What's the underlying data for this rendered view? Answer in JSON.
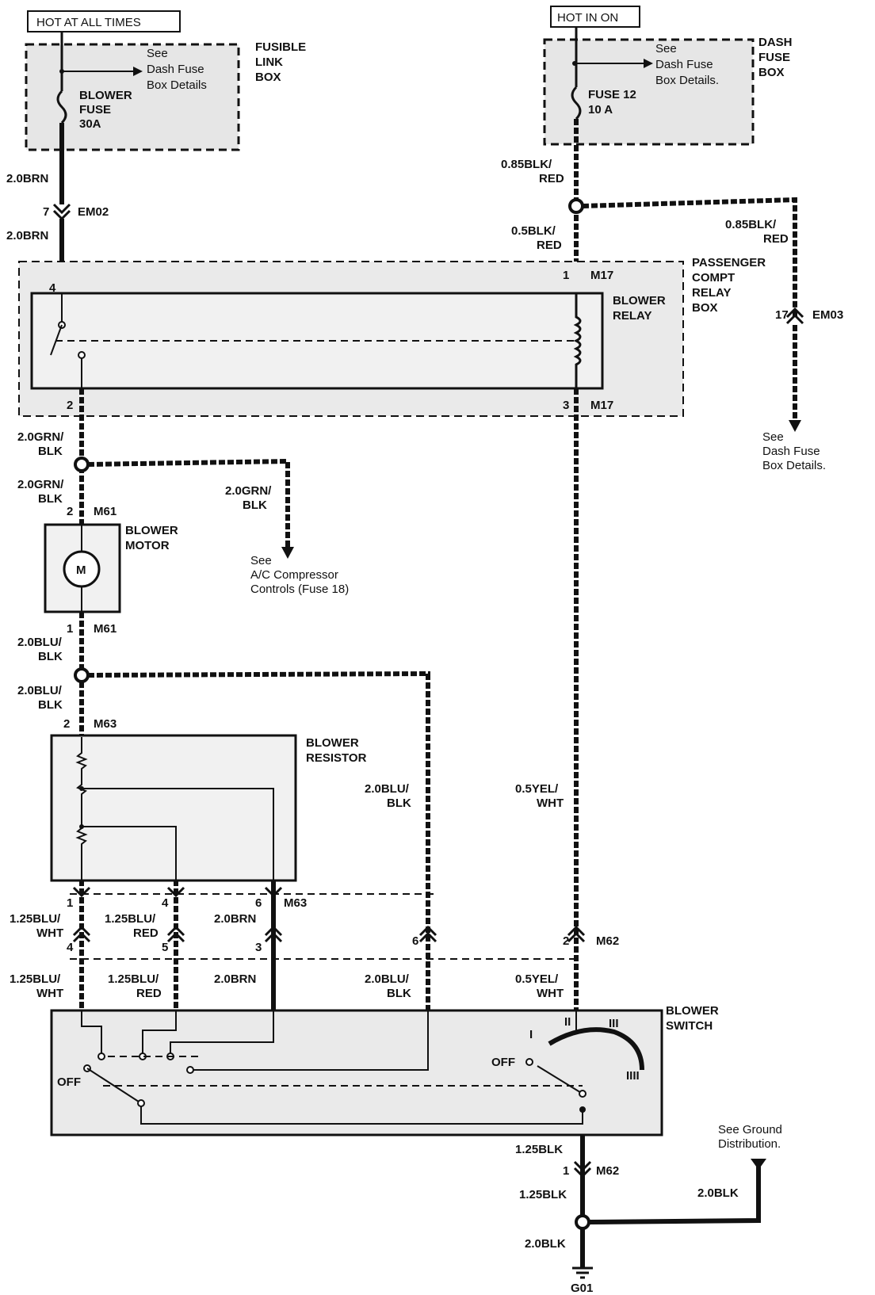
{
  "headers": {
    "hot_at_all_times": "HOT AT ALL TIMES",
    "hot_in_on": "HOT IN ON"
  },
  "fusible_link_box": {
    "title": [
      "FUSIBLE",
      "LINK",
      "BOX"
    ],
    "see": [
      "See",
      "Dash Fuse",
      "Box Details"
    ],
    "fuse": [
      "BLOWER",
      "FUSE",
      "30A"
    ]
  },
  "dash_fuse_box": {
    "title": [
      "DASH",
      "FUSE",
      "BOX"
    ],
    "see": [
      "See",
      "Dash Fuse",
      "Box Details."
    ],
    "fuse": [
      "FUSE 12",
      "10 A"
    ]
  },
  "wires": {
    "w_2brn_top": "2.0BRN",
    "w_2brn_2": "2.0BRN",
    "w_085blkred_top": [
      "0.85BLK/",
      "RED"
    ],
    "w_05blkred": [
      "0.5BLK/",
      "RED"
    ],
    "w_085blkred_right": [
      "0.85BLK/",
      "RED"
    ],
    "w_2grnblk_1": [
      "2.0GRN/",
      "BLK"
    ],
    "w_2grnblk_2": [
      "2.0GRN/",
      "BLK"
    ],
    "w_2grnblk_3": [
      "2.0GRN/",
      "BLK"
    ],
    "w_2blublk_1": [
      "2.0BLU/",
      "BLK"
    ],
    "w_2blublk_2": [
      "2.0BLU/",
      "BLK"
    ],
    "w_2blublk_3": [
      "2.0BLU/",
      "BLK"
    ],
    "w_2blublk_4": [
      "2.0BLU/",
      "BLK"
    ],
    "w_05yelwht_1": [
      "0.5YEL/",
      "WHT"
    ],
    "w_05yelwht_2": [
      "0.5YEL/",
      "WHT"
    ],
    "w_125bluwht_1": [
      "1.25BLU/",
      "WHT"
    ],
    "w_125bluwht_2": [
      "1.25BLU/",
      "WHT"
    ],
    "w_125blured_1": [
      "1.25BLU/",
      "RED"
    ],
    "w_125blured_2": [
      "1.25BLU/",
      "RED"
    ],
    "w_2brn_3": "2.0BRN",
    "w_2brn_4": "2.0BRN",
    "w_125blk_1": "1.25BLK",
    "w_125blk_2": "1.25BLK",
    "w_2blk_1": "2.0BLK",
    "w_2blk_2": "2.0BLK"
  },
  "connectors": {
    "em02": "EM02",
    "em02_pin": "7",
    "em03": "EM03",
    "em03_pin": "17",
    "m17_top": "M17",
    "m17_top_pin": "1",
    "m17_bot": "M17",
    "m17_bot_pin": "3",
    "relay_pin4": "4",
    "relay_pin2": "2",
    "m61_top": "M61",
    "m61_top_pin": "2",
    "m61_bot": "M61",
    "m61_bot_pin": "1",
    "m63_top": "M63",
    "m63_top_pin": "2",
    "m63_bot": "M63",
    "m63_pins": [
      "1",
      "4",
      "6"
    ],
    "m62_top": "M62",
    "m62_top_pins": [
      "4",
      "5",
      "3",
      "6",
      "2"
    ],
    "m62_bot": "M62",
    "m62_bot_pin": "1",
    "g01": "G01"
  },
  "components": {
    "relay_box": [
      "PASSENGER",
      "COMPT",
      "RELAY",
      "BOX"
    ],
    "blower_relay": [
      "BLOWER",
      "RELAY"
    ],
    "blower_motor": [
      "BLOWER",
      "MOTOR"
    ],
    "motor_symbol": "M",
    "blower_resistor": [
      "BLOWER",
      "RESISTOR"
    ],
    "blower_switch": [
      "BLOWER",
      "SWITCH"
    ],
    "switch_positions": [
      "OFF",
      "I",
      "II",
      "III",
      "IIII"
    ],
    "switch_off_left": "OFF"
  },
  "references": {
    "ac_compressor": [
      "See",
      "A/C Compressor",
      "Controls (Fuse 18)"
    ],
    "dash_fuse_right": [
      "See",
      "Dash Fuse",
      "Box Details."
    ],
    "ground_dist": [
      "See Ground",
      "Distribution."
    ]
  }
}
